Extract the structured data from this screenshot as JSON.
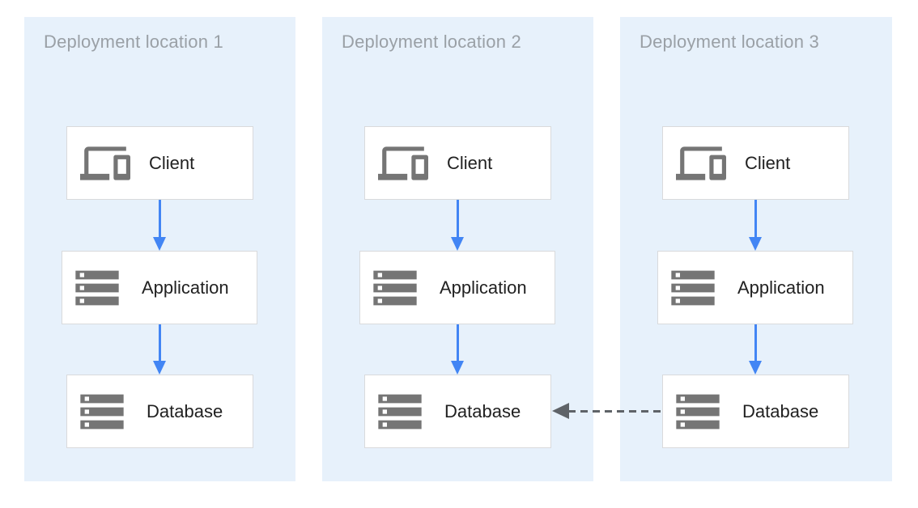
{
  "locations": [
    {
      "title": "Deployment location 1",
      "nodes": [
        {
          "label": "Client",
          "icon": "devices-icon"
        },
        {
          "label": "Application",
          "icon": "server-stack-icon"
        },
        {
          "label": "Database",
          "icon": "server-stack-icon"
        }
      ]
    },
    {
      "title": "Deployment location 2",
      "nodes": [
        {
          "label": "Client",
          "icon": "devices-icon"
        },
        {
          "label": "Application",
          "icon": "server-stack-icon"
        },
        {
          "label": "Database",
          "icon": "server-stack-icon"
        }
      ]
    },
    {
      "title": "Deployment location 3",
      "nodes": [
        {
          "label": "Client",
          "icon": "devices-icon"
        },
        {
          "label": "Application",
          "icon": "server-stack-icon"
        },
        {
          "label": "Database",
          "icon": "server-stack-icon"
        }
      ]
    }
  ],
  "flow": {
    "within_each_location": [
      "Client → Application",
      "Application → Database"
    ],
    "cross_location_link": {
      "from": "Database (Deployment location 3)",
      "to": "Database (Deployment location 2)",
      "style": "dashed"
    }
  },
  "colors": {
    "panel_background": "#e7f1fb",
    "panel_title": "#9aa0a6",
    "node_background": "#ffffff",
    "node_border": "#d9dadc",
    "node_label": "#212121",
    "icon_gray": "#757575",
    "flow_arrow_blue": "#4285f4",
    "cross_arrow_gray": "#5f6368"
  }
}
